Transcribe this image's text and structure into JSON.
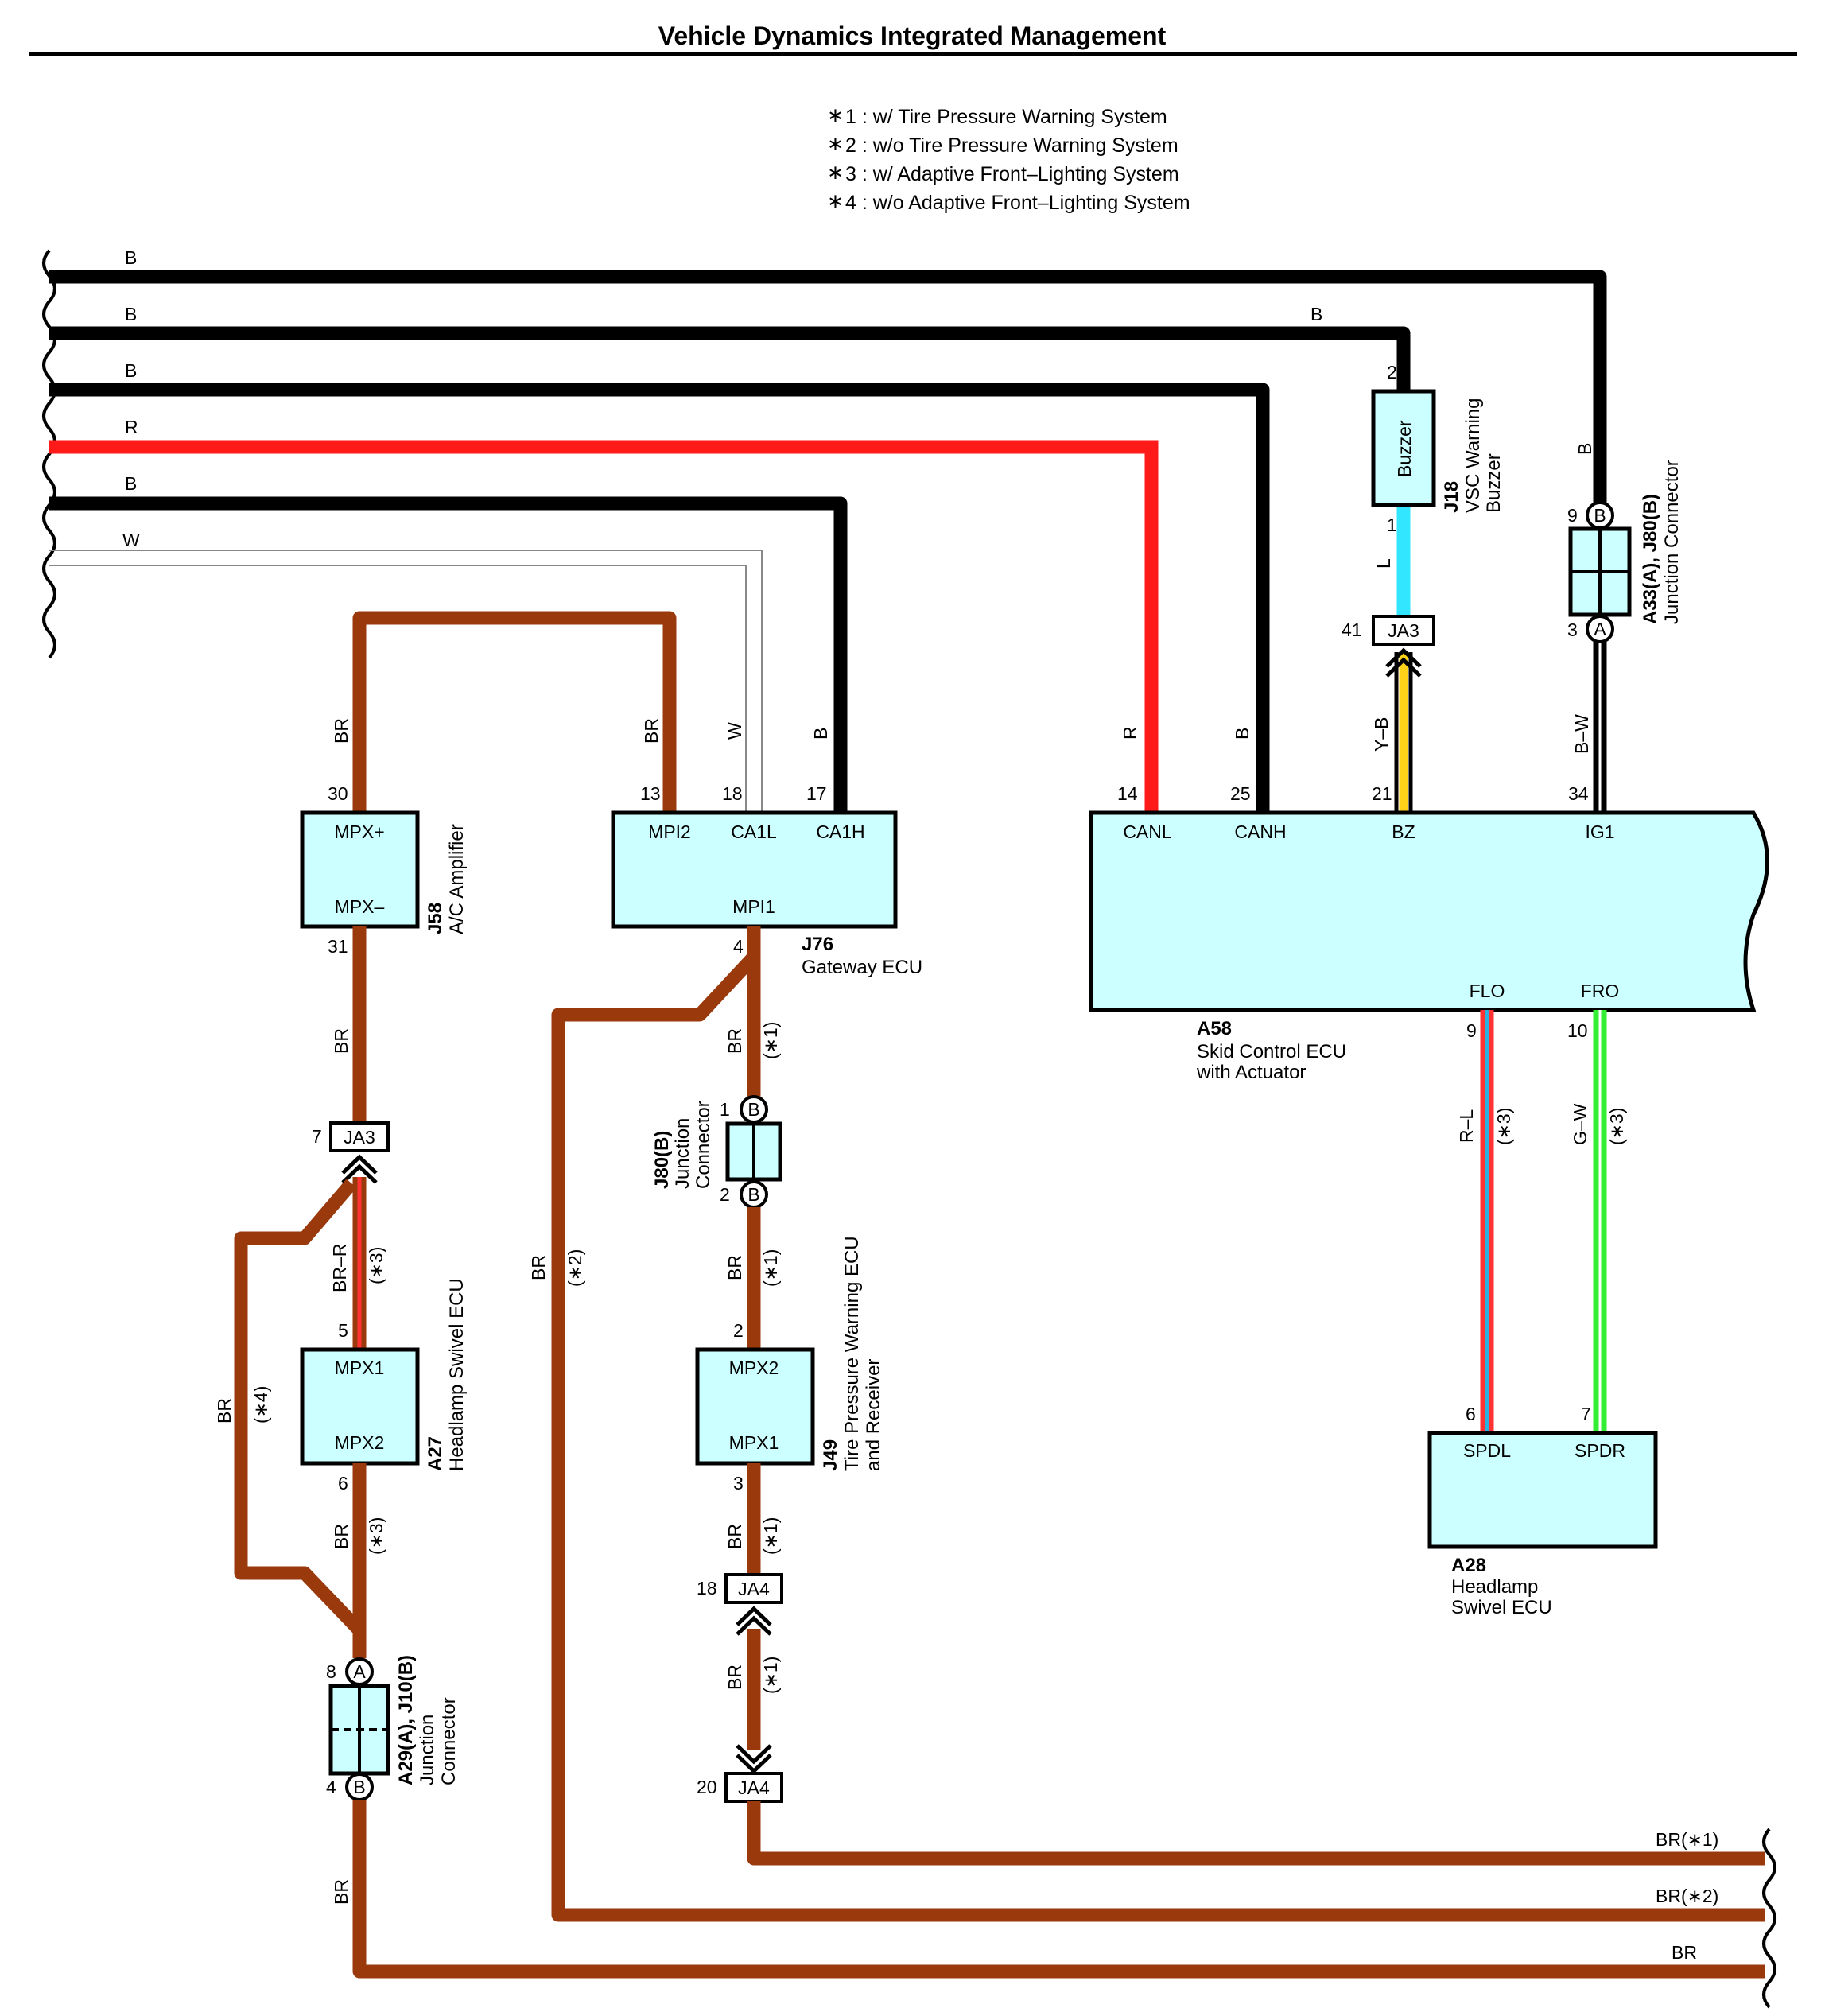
{
  "title": "Vehicle Dynamics Integrated Management",
  "notes": [
    "1 : w/ Tire Pressure Warning System",
    "2 : w/o Tire Pressure Warning System",
    "3 : w/ Adaptive Front–Lighting System",
    "4 : w/o Adaptive Front–Lighting System"
  ],
  "colors": {
    "BR": "#9a3a0c",
    "B": "#000000",
    "R": "#ff1a1a",
    "W": "#999999",
    "L": "#33e6ff",
    "Y": "#ffd21a",
    "G": "#33ee33",
    "ecu_fill": "#ccffff"
  },
  "wire_labels": {
    "top_b1": "B",
    "top_b2": "B",
    "top_b3": "B",
    "top_r": "R",
    "top_b4": "B",
    "top_w": "W",
    "buzzer_b": "B",
    "a33_b": "B",
    "br_30": "BR",
    "br_13": "BR",
    "w_18": "W",
    "b_17": "B",
    "r_14": "R",
    "b_25": "B",
    "yb_21": "Y–B",
    "bw_34": "B–W",
    "l_1": "L",
    "br_31": "BR",
    "br_4": "BR",
    "br_4_note": "(∗1)",
    "br_r": "BR–R",
    "br_r_note": "(∗3)",
    "br_left": "BR",
    "br_left_note": "(∗4)",
    "br_6": "BR",
    "br_6_note": "(∗3)",
    "br_long": "BR",
    "br_long_note": "(∗2)",
    "br_j80": "BR",
    "br_j80_note": "(∗1)",
    "br_3": "BR",
    "br_3_note": "(∗1)",
    "br_ja4": "BR",
    "br_ja4_note": "(∗1)",
    "rl": "R–L",
    "rl_note": "(∗3)",
    "gw": "G–W",
    "gw_note": "(∗3)",
    "br_bottom": "BR",
    "out1": "BR(∗1)",
    "out2": "BR(∗2)",
    "out3": "BR"
  },
  "connectors": {
    "j58": {
      "code": "J58",
      "name": "A/C Amplifier",
      "t1": "MPX+",
      "t2": "MPX–",
      "p1": "30",
      "p2": "31"
    },
    "j76": {
      "code": "J76",
      "name": "Gateway ECU",
      "t1": "MPI2",
      "t2": "CA1L",
      "t3": "CA1H",
      "t4": "MPI1",
      "p1": "13",
      "p2": "18",
      "p3": "17",
      "p4": "4"
    },
    "a58": {
      "code": "A58",
      "name1": "Skid Control ECU",
      "name2": "with Actuator",
      "t1": "CANL",
      "t2": "CANH",
      "t3": "BZ",
      "t4": "IG1",
      "t5": "FLO",
      "t6": "FRO",
      "p1": "14",
      "p2": "25",
      "p3": "21",
      "p4": "34",
      "p5": "9",
      "p6": "10"
    },
    "j18": {
      "code": "J18",
      "name1": "VSC Warning",
      "name2": "Buzzer",
      "inner": "Buzzer",
      "p1": "2",
      "p2": "1"
    },
    "a33": {
      "code": "A33(A), J80(B)",
      "name": "Junction Connector",
      "tB": "B",
      "tA": "A",
      "p1": "9",
      "p2": "3"
    },
    "ja3_top": {
      "label": "JA3",
      "pin": "41"
    },
    "ja3_left": {
      "label": "JA3",
      "pin": "7"
    },
    "a27": {
      "code": "A27",
      "name": "Headlamp Swivel ECU",
      "t1": "MPX1",
      "t2": "MPX2",
      "p1": "5",
      "p2": "6"
    },
    "a29": {
      "code": "A29(A), J10(B)",
      "name1": "Junction",
      "name2": "Connector",
      "tA": "A",
      "tB": "B",
      "p1": "8",
      "p2": "4"
    },
    "j80": {
      "code": "J80(B)",
      "name1": "Junction",
      "name2": "Connector",
      "tB1": "B",
      "tB2": "B",
      "p1": "1",
      "p2": "2"
    },
    "j49": {
      "code": "J49",
      "name1": "Tire Pressure Warning ECU",
      "name2": "and Receiver",
      "t1": "MPX2",
      "t2": "MPX1",
      "p1": "2",
      "p2": "3"
    },
    "ja4_a": {
      "label": "JA4",
      "pin": "18"
    },
    "ja4_b": {
      "label": "JA4",
      "pin": "20"
    },
    "a28": {
      "code": "A28",
      "name1": "Headlamp",
      "name2": "Swivel ECU",
      "t1": "SPDL",
      "t2": "SPDR",
      "p1": "6",
      "p2": "7"
    }
  }
}
